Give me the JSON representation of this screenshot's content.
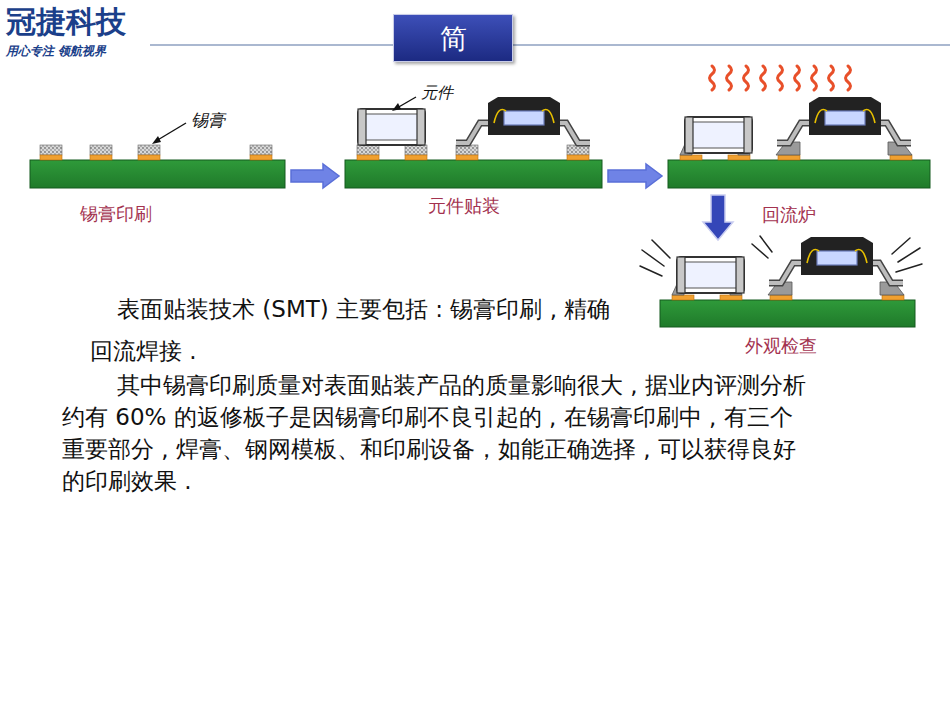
{
  "diagram": {
    "nodes": [
      {
        "text": [
          "简"
        ]
      },
      {
        "text": [
          "锡膏印刷"
        ]
      },
      {
        "text": [
          "元件贴装"
        ]
      },
      {
        "text": [
          "回流炉"
        ]
      },
      {
        "text": [
          "外观检查"
        ]
      }
    ],
    "edges": [
      {
        "from": 1,
        "to": 2,
        "arrow": "to"
      },
      {
        "from": 2,
        "to": 3,
        "arrow": "to"
      },
      {
        "from": 3,
        "to": 4,
        "arrow": "to"
      }
    ],
    "labels": [
      "冠捷科技",
      "用心专注 领航视界",
      "锡膏",
      "元件",
      "表面贴装技术 (SMT) 主要包括 : 锡膏印刷 , 精确",
      "回流焊接 .",
      "其中锡膏印刷质量对表面贴装产品的质量影响很大 , 据业内评测分析",
      "约有 60% 的返修板子是因锡膏印刷不良引起的 , 在锡膏印刷中 , 有三个",
      "重要部分 , 焊膏、钢网模板、和印刷设备，如能正确选择 , 可以获得良好",
      "的印刷效果 ."
    ]
  }
}
